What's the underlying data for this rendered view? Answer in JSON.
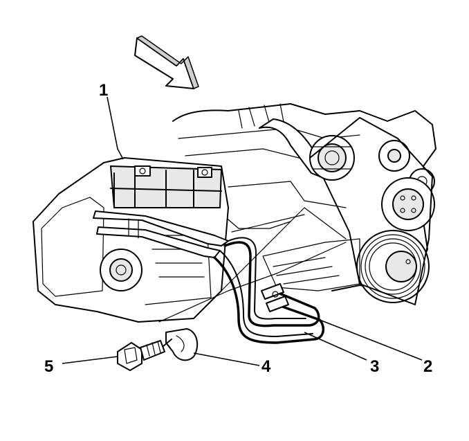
{
  "callouts": {
    "c1": "1",
    "c2": "2",
    "c3": "3",
    "c4": "4",
    "c5": "5"
  },
  "icons": {
    "direction_arrow": "view-direction-arrow-icon"
  }
}
